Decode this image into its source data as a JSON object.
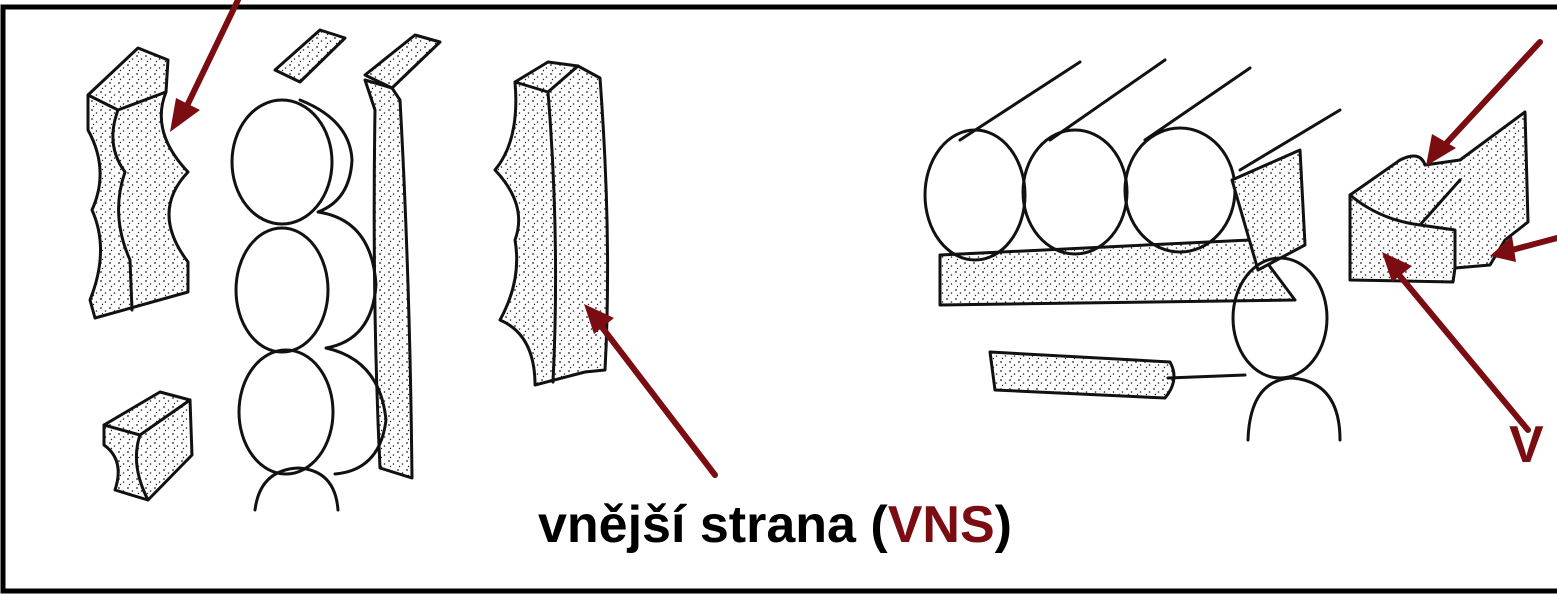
{
  "caption": {
    "prefix": "vnější strana (",
    "abbreviation": "VNS",
    "suffix": ")"
  },
  "right_fragment_label": "V",
  "colors": {
    "arrow": "#7a0c12",
    "abbreviation": "#7a0c12",
    "border": "#000000",
    "ink": "#111111"
  }
}
